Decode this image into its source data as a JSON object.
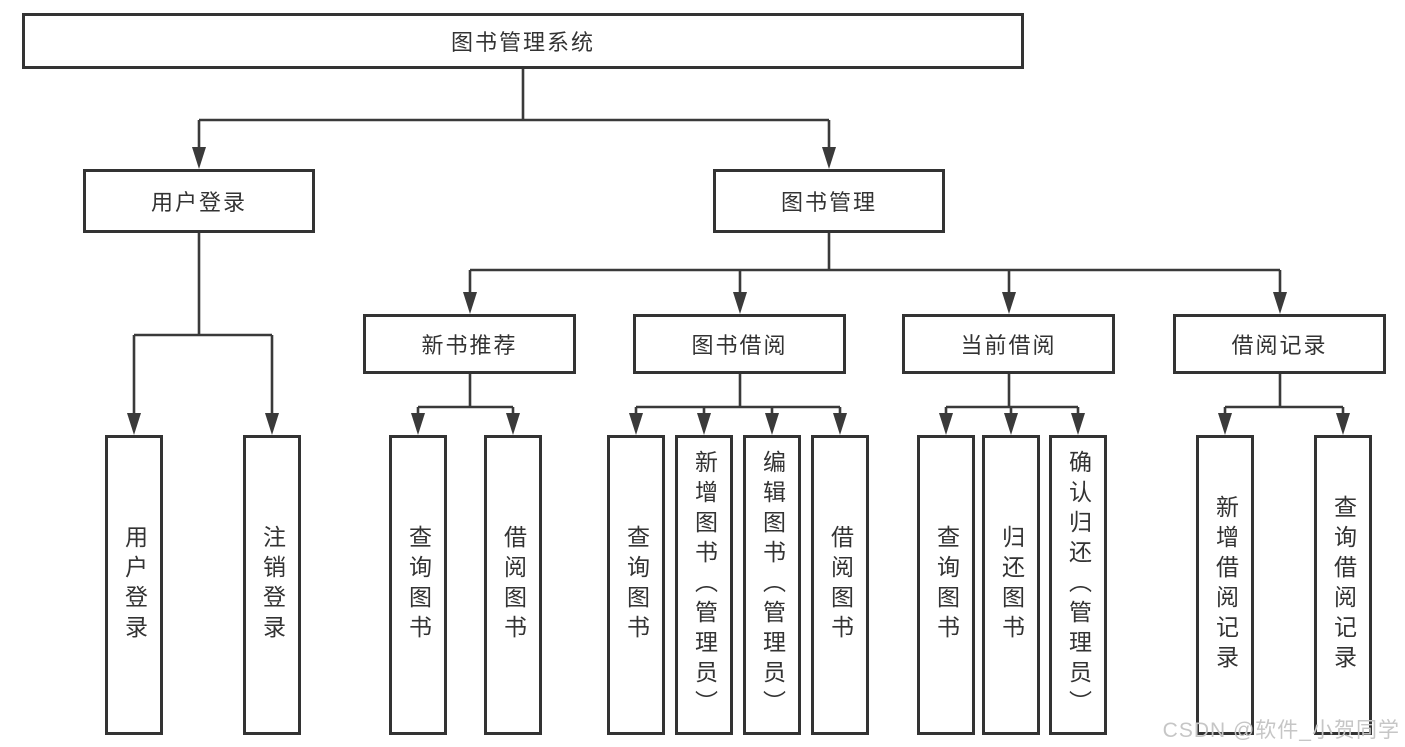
{
  "page": {
    "background": "#ffffff",
    "line_color": "#3a3a3a",
    "box_border_color": "#333333",
    "text_color": "#333333"
  },
  "diagram": {
    "root": {
      "label": "图书管理系统"
    },
    "branches": [
      {
        "label": "用户登录",
        "children": [
          {
            "label": "用户登录"
          },
          {
            "label": "注销登录"
          }
        ]
      },
      {
        "label": "图书管理",
        "children": [
          {
            "label": "新书推荐",
            "children": [
              {
                "label": "查询图书"
              },
              {
                "label": "借阅图书"
              }
            ]
          },
          {
            "label": "图书借阅",
            "children": [
              {
                "label": "查询图书"
              },
              {
                "label": "新增图书（管理员）"
              },
              {
                "label": "编辑图书（管理员）"
              },
              {
                "label": "借阅图书"
              }
            ]
          },
          {
            "label": "当前借阅",
            "children": [
              {
                "label": "查询图书"
              },
              {
                "label": "归还图书"
              },
              {
                "label": "确认归还（管理员）"
              }
            ]
          },
          {
            "label": "借阅记录",
            "children": [
              {
                "label": "新增借阅记录"
              },
              {
                "label": "查询借阅记录"
              }
            ]
          }
        ]
      }
    ]
  },
  "watermark": {
    "text": "CSDN @软件_小贺同学",
    "color": "#c6c6c6"
  }
}
